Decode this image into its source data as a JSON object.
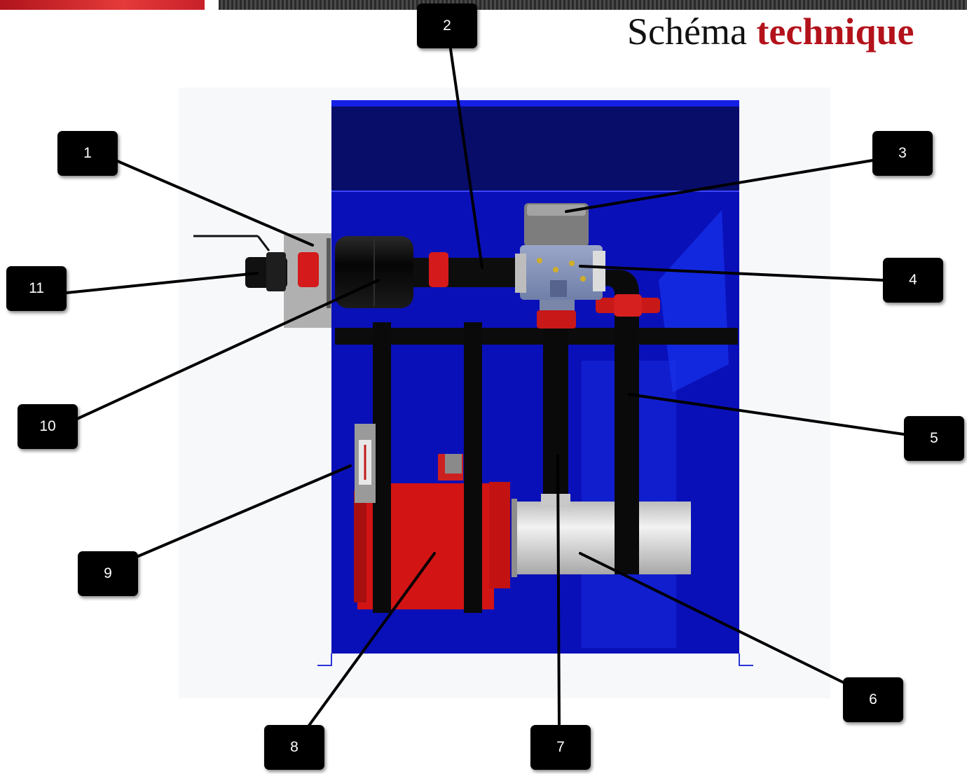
{
  "title": {
    "prefix": "Schéma",
    "accent": "technique"
  },
  "colors": {
    "tank_blue": "#0a10b8",
    "accent_red": "#b3121b",
    "pump_red": "#d21414",
    "callout_bg": "#000000"
  },
  "callouts": [
    "1",
    "2",
    "3",
    "4",
    "5",
    "6",
    "7",
    "8",
    "9",
    "10",
    "11"
  ]
}
